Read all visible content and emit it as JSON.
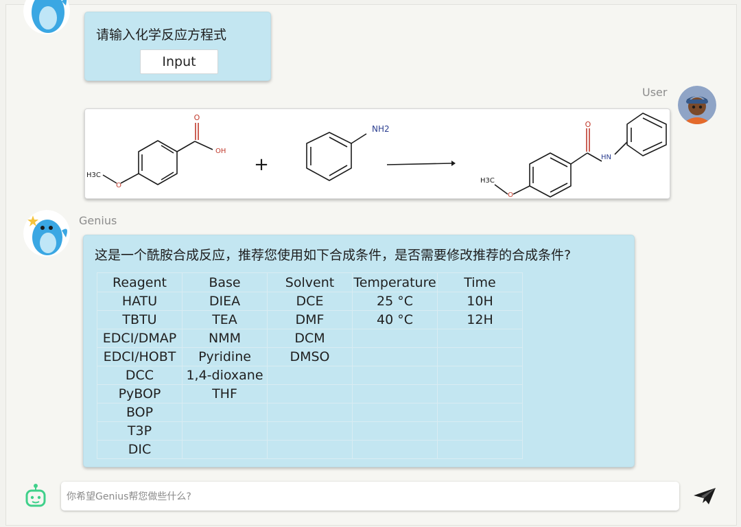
{
  "prompt_bubble": {
    "text": "请输入化学反应方程式",
    "button_label": "Input"
  },
  "user": {
    "name": "User"
  },
  "reaction": {
    "reactant1": {
      "carbonyl_o": "O",
      "hydroxyl": "OH",
      "methyl": "H3C",
      "ether_o": "O"
    },
    "plus": "+",
    "reactant2": {
      "amine": "NH2"
    },
    "product": {
      "carbonyl_o": "O",
      "amide_nh": "HN",
      "methyl": "H3C",
      "ether_o": "O"
    }
  },
  "genius": {
    "name": "Genius"
  },
  "response": {
    "message": "这是一个酰胺合成反应，推荐您使用如下合成条件，是否需要修改推荐的合成条件?",
    "table": {
      "headers": [
        "Reagent",
        "Base",
        "Solvent",
        "Temperature",
        "Time"
      ],
      "rows": [
        [
          "HATU",
          "DIEA",
          "DCE",
          "25 °C",
          "10H"
        ],
        [
          "TBTU",
          "TEA",
          "DMF",
          "40 °C",
          "12H"
        ],
        [
          "EDCI/DMAP",
          "NMM",
          "DCM",
          "",
          ""
        ],
        [
          "EDCI/HOBT",
          "Pyridine",
          "DMSO",
          "",
          ""
        ],
        [
          "DCC",
          "1,4-dioxane",
          "",
          "",
          ""
        ],
        [
          "PyBOP",
          "THF",
          "",
          "",
          ""
        ],
        [
          "BOP",
          "",
          "",
          "",
          ""
        ],
        [
          "T3P",
          "",
          "",
          "",
          ""
        ],
        [
          "DIC",
          "",
          "",
          "",
          ""
        ]
      ]
    }
  },
  "chat": {
    "placeholder": "你希望Genius帮您做些什么?",
    "value": ""
  },
  "icons": {
    "bot": "android-bot-icon",
    "send": "paper-plane-send-icon",
    "genius_avatar": "dolphin-mascot-avatar",
    "user_avatar": "cartoon-person-avatar"
  },
  "colors": {
    "bubble": "#c3e6f1",
    "bot_icon": "#3fd08a",
    "background": "#f6f6f2"
  }
}
